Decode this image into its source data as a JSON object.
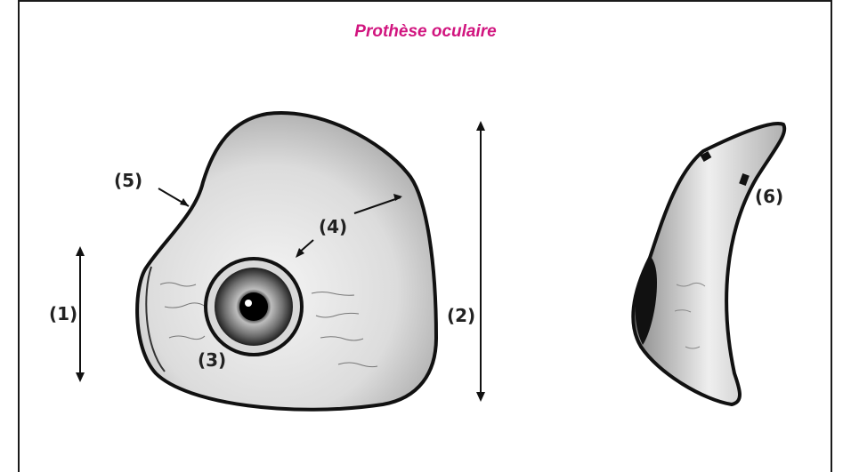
{
  "figure": {
    "title": "Prothèse oculaire",
    "title_color": "#d1157f",
    "labels": [
      "(1)",
      "(2)",
      "(3)",
      "(4)",
      "(5)",
      "(6)"
    ]
  }
}
